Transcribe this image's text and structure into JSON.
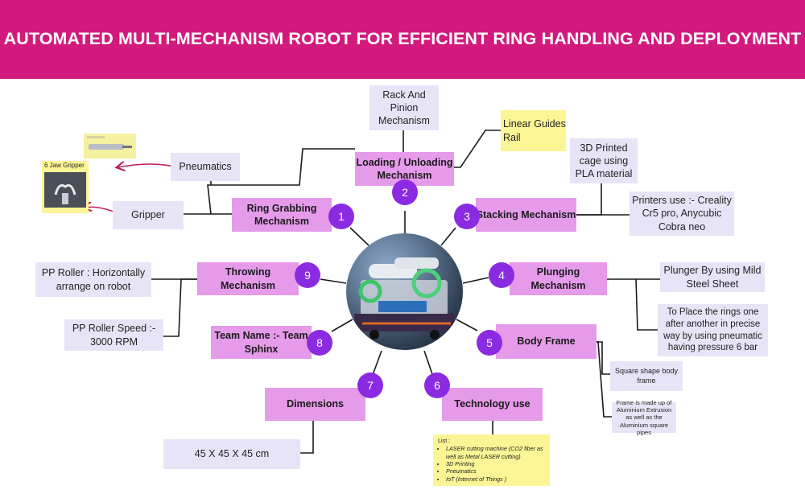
{
  "title": "AUTOMATED MULTI-MECHANISM ROBOT FOR EFFICIENT RING HANDLING AND DEPLOYMENT",
  "colors": {
    "header": "#d21a7e",
    "mechanism_box": "#e59bea",
    "note_box": "#e8e4f8",
    "sticky": "#fcf596",
    "number_circle": "#8a2be2",
    "arrow": "#c2185b"
  },
  "mechanisms": [
    {
      "number": "1",
      "label": "Ring Grabbing Mechanism"
    },
    {
      "number": "2",
      "label": "Loading / Unloading Mechanism"
    },
    {
      "number": "3",
      "label": "Stacking Mechanism"
    },
    {
      "number": "4",
      "label": "Plunging Mechanism"
    },
    {
      "number": "5",
      "label": "Body Frame"
    },
    {
      "number": "6",
      "label": "Technology use"
    },
    {
      "number": "7",
      "label": "Dimensions"
    },
    {
      "number": "8",
      "label": "Team Name :- Team Sphinx"
    },
    {
      "number": "9",
      "label": "Throwing Mechanism"
    }
  ],
  "notes": {
    "rack_pinion": "Rack And Pinion Mechanism",
    "linear_guides": "Linear Guides Rail",
    "pla_cage": "3D Printed cage using PLA material",
    "printers": "Printers use :- Creality Cr5 pro, Anycubic Cobra neo",
    "pneumatics": "Pneumatics",
    "gripper": "Gripper",
    "jaw_gripper": "6 Jaw Gripper",
    "pp_roller": "PP Roller : Horizontally arrange on robot",
    "pp_speed": "PP Roller Speed :- 3000 RPM",
    "plunger": "Plunger By using Mild Steel Sheet",
    "plunger_detail": "To Place the rings one after another in precise way by using pneumatic having pressure 6 bar",
    "square_frame": "Square shape body frame",
    "frame_material": "Frame is made up of Aluminium Extrusion as well as the Aluminium square pipes",
    "dimensions_value": "45 X 45 X 45 cm"
  },
  "tech_list": {
    "heading": "List :",
    "items": [
      "LASER cutting machine (CO2 fiber as well as Metal LASER cutting)",
      "3D Printing",
      "Pneumatics",
      "IoT (Internet of Things )"
    ]
  }
}
